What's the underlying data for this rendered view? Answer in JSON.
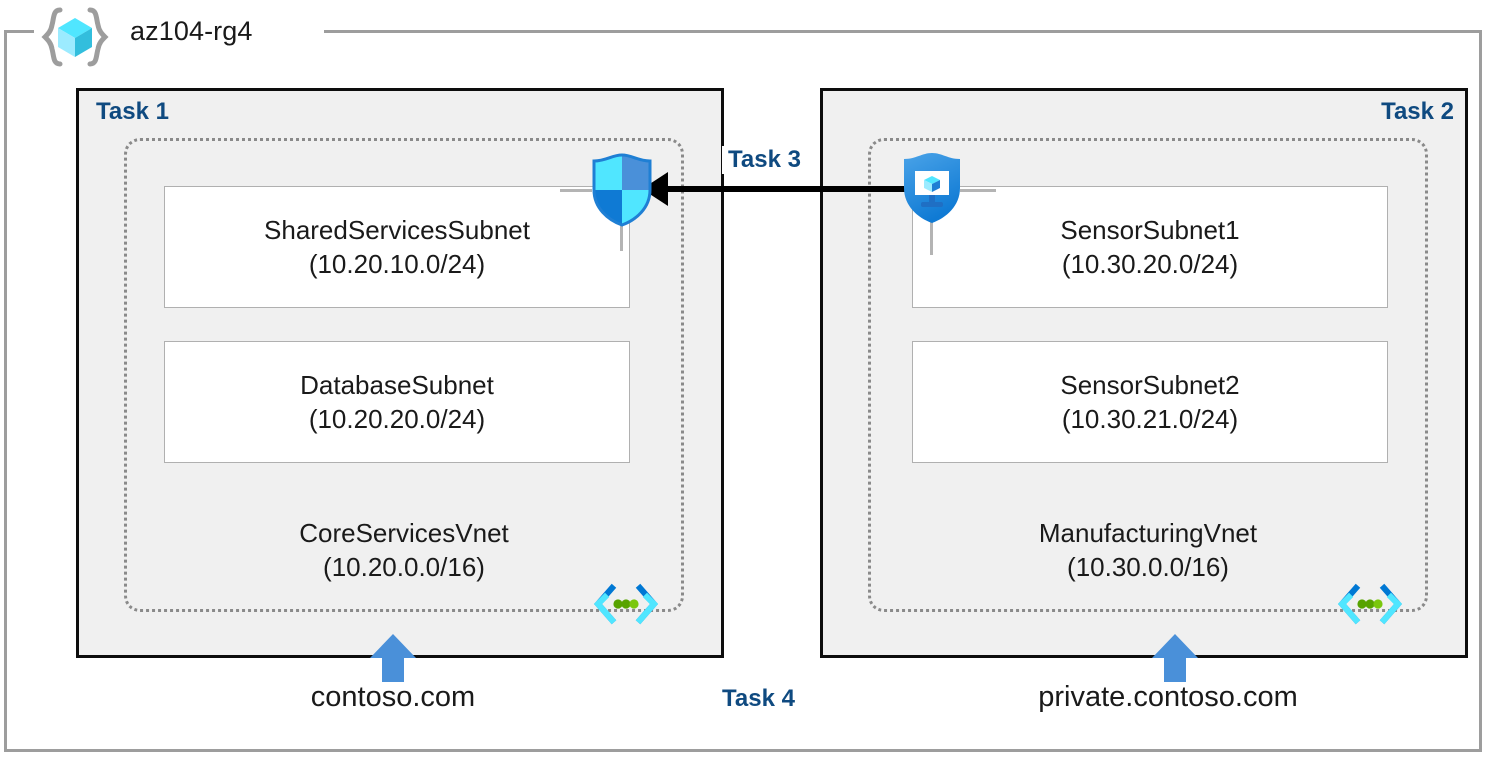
{
  "resource_group": {
    "name": "az104-rg4",
    "icon": "azure-resource-group-cube-icon"
  },
  "tasks": {
    "task1_label": "Task 1",
    "task2_label": "Task 2",
    "task3_label": "Task 3",
    "task4_label": "Task 4"
  },
  "vnets": [
    {
      "id": "core-services",
      "name": "CoreServicesVnet",
      "cidr": "(10.20.0.0/16)",
      "icon": "vnet-icon",
      "subnets": [
        {
          "name": "SharedServicesSubnet",
          "cidr": "(10.20.10.0/24)"
        },
        {
          "name": "DatabaseSubnet",
          "cidr": "(10.20.20.0/24)"
        }
      ],
      "dns_zone": "contoso.com"
    },
    {
      "id": "manufacturing",
      "name": "ManufacturingVnet",
      "cidr": "(10.30.0.0/16)",
      "icon": "vnet-icon",
      "subnets": [
        {
          "name": "SensorSubnet1",
          "cidr": "(10.30.20.0/24)"
        },
        {
          "name": "SensorSubnet2",
          "cidr": "(10.30.21.0/24)"
        }
      ],
      "dns_zone": "private.contoso.com"
    }
  ],
  "icons": {
    "shield_left": "security-shield-icon",
    "shield_right": "vm-protected-shield-icon",
    "peering_arrow": "peering-arrow-icon",
    "dns_arrow_left": "up-arrow-icon",
    "dns_arrow_right": "up-arrow-icon"
  },
  "colors": {
    "task_label": "#0f4a80",
    "task_box_fill": "#f0f0f0",
    "task_box_border": "#0d0d0d",
    "vnet_border": "#8a8a8a",
    "subnet_border": "#b0b0b0",
    "arrow_blue": "#4a90d9",
    "cube_cyan": "#50e6ff",
    "frame_gray": "#9d9d9d"
  }
}
